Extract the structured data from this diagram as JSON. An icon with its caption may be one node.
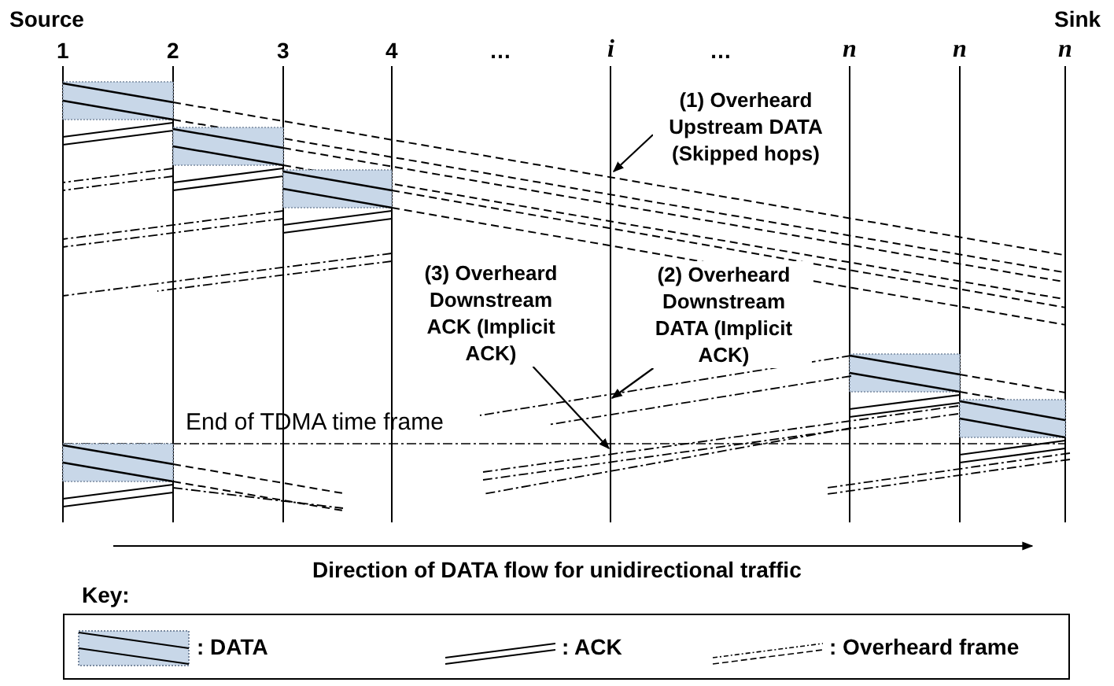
{
  "diagram": {
    "nodes": [
      {
        "text": [
          "(1) Overheard Upstream DATA (Skipped hops)"
        ]
      },
      {
        "text": [
          "(3) Overheard Downstream ACK (Implicit ACK)"
        ]
      },
      {
        "text": [
          "(2) Overheard Downstream DATA (Implicit ACK)"
        ]
      }
    ],
    "edges": [
      {
        "from": 0,
        "to": null,
        "arrow": "to"
      },
      {
        "from": 1,
        "to": null,
        "arrow": "to"
      },
      {
        "from": 2,
        "to": null,
        "arrow": "to"
      }
    ],
    "labels": [
      "Source",
      "Sink",
      "1",
      "2",
      "3",
      "4",
      "…",
      "i",
      "…",
      "n",
      "n",
      "n",
      "End of TDMA time frame",
      "Direction of DATA flow for unidirectional traffic",
      "Key:"
    ],
    "legend": [
      {
        "text": ": DATA"
      },
      {
        "text": ": ACK"
      },
      {
        "text": ": Overheard frame"
      }
    ]
  }
}
